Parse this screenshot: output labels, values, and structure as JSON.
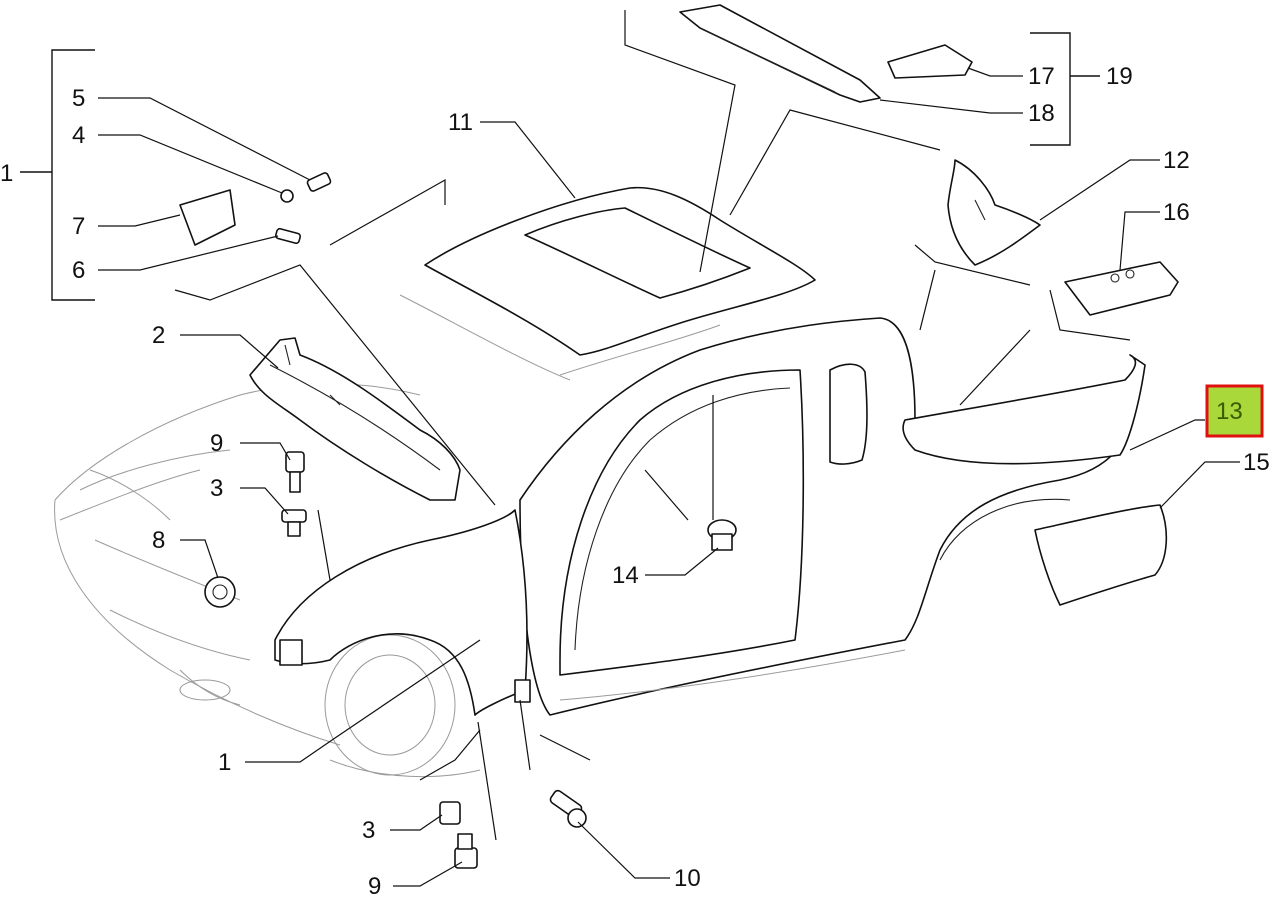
{
  "callouts": {
    "c1_top": "1",
    "c5": "5",
    "c4": "4",
    "c7": "7",
    "c6": "6",
    "c2": "2",
    "c9_mid": "9",
    "c3_mid": "3",
    "c8": "8",
    "c1_bottom": "1",
    "c3_bottom": "3",
    "c9_bottom": "9",
    "c10": "10",
    "c11": "11",
    "c17": "17",
    "c19": "19",
    "c18": "18",
    "c12": "12",
    "c16": "16",
    "c13": "13",
    "c15": "15",
    "c14": "14"
  },
  "highlight": {
    "label": "13",
    "box_color": "#a8d83a",
    "border_color": "#e01010"
  }
}
